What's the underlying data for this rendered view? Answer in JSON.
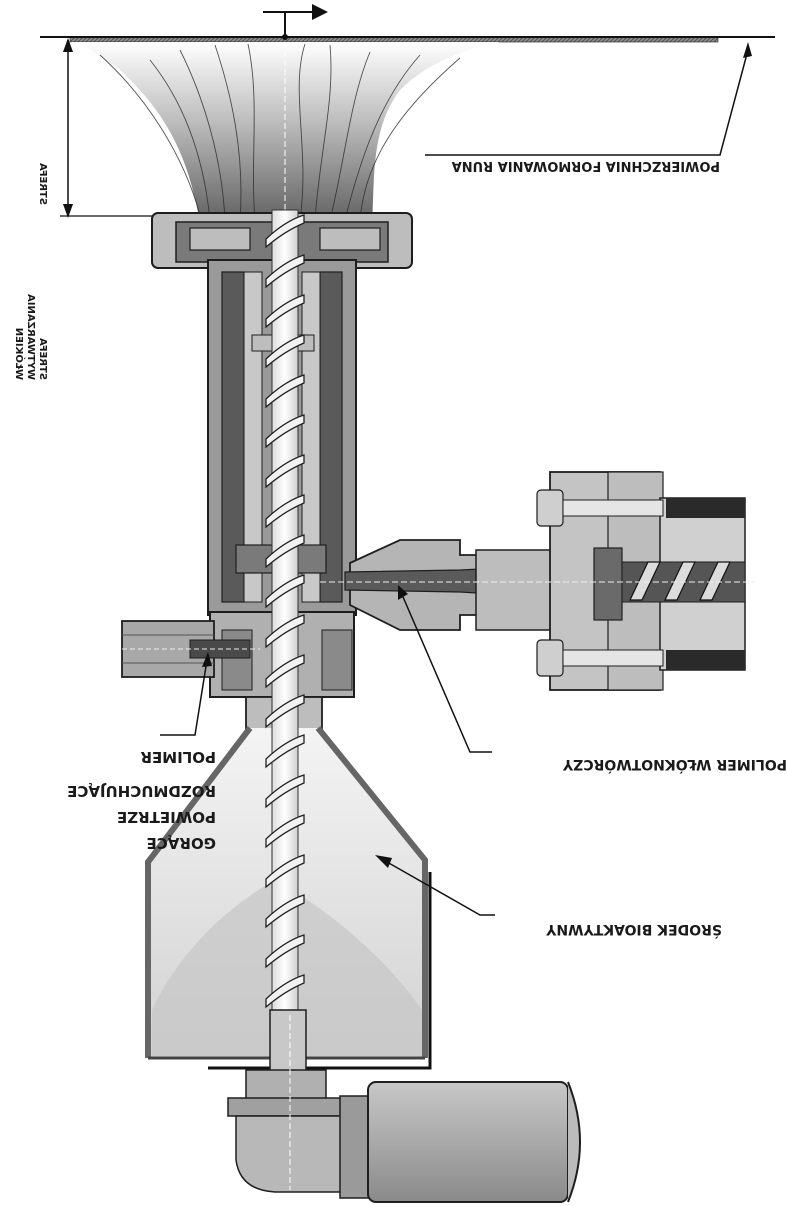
{
  "labels": {
    "surface": "POWIERZCHNIA FORMOWANIA RUNA",
    "zone_line1": "STREFA",
    "zone_line2": "WYTWARZANIA",
    "zone_line3": "WŁÓKIEN",
    "fiber_polymer": "POLIMER WŁÓKNOTWÓRCZY",
    "hot_air_line1": "GORĄCE",
    "hot_air_line2": "POWIETRZE",
    "hot_air_line3": "ROZDMUCHUJĄCE",
    "hot_air_line4": "POLIMER",
    "bioactive": "ŚRODEK BIOAKTYWNY"
  },
  "colors": {
    "dark_metal": "#4a4a4a",
    "mid_metal": "#8c8c8c",
    "light_metal": "#bdbdbd",
    "hopper_fill": "#dcdcdc",
    "line": "#1e1e1e"
  }
}
